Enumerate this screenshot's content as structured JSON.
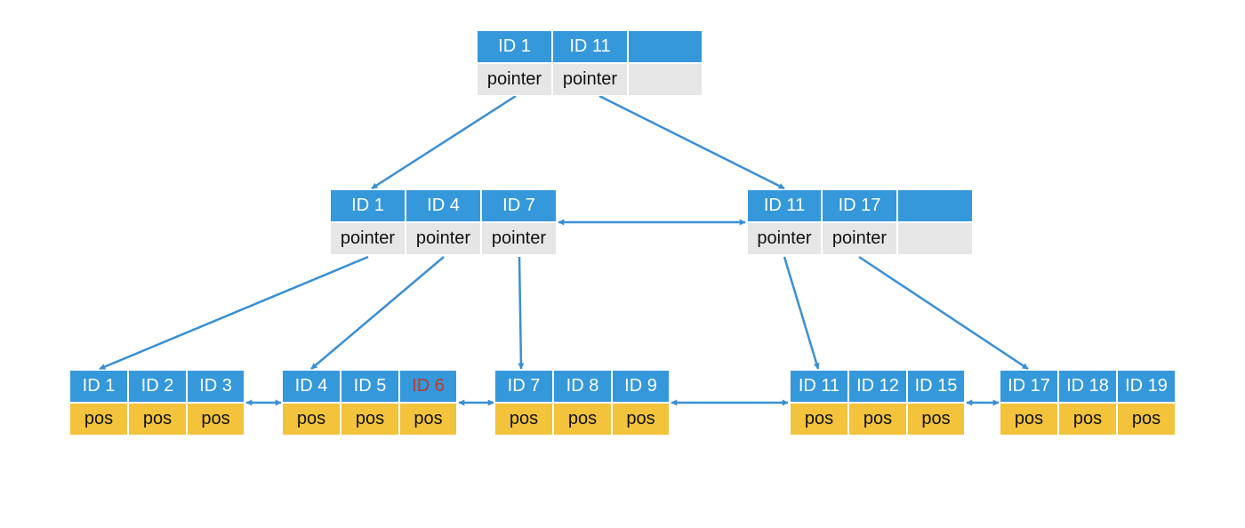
{
  "colors": {
    "key_fill": "#3498db",
    "pointer_fill": "#e6e6e6",
    "pos_fill": "#f2c33b",
    "link_stroke": "#3a8fd4",
    "highlight_text": "#c0392b"
  },
  "nodes": {
    "root": {
      "keys": [
        "ID 1",
        "ID 11",
        ""
      ],
      "values": [
        "pointer",
        "pointer",
        ""
      ]
    },
    "internal": [
      {
        "keys": [
          "ID 1",
          "ID 4",
          "ID 7"
        ],
        "values": [
          "pointer",
          "pointer",
          "pointer"
        ]
      },
      {
        "keys": [
          "ID 11",
          "ID 17",
          ""
        ],
        "values": [
          "pointer",
          "pointer",
          ""
        ]
      }
    ],
    "leaves": [
      {
        "keys": [
          "ID 1",
          "ID 2",
          "ID 3"
        ],
        "values": [
          "pos",
          "pos",
          "pos"
        ]
      },
      {
        "keys": [
          "ID 4",
          "ID 5",
          "ID 6"
        ],
        "values": [
          "pos",
          "pos",
          "pos"
        ],
        "highlight_key": "ID 6"
      },
      {
        "keys": [
          "ID 7",
          "ID 8",
          "ID 9"
        ],
        "values": [
          "pos",
          "pos",
          "pos"
        ]
      },
      {
        "keys": [
          "ID 11",
          "ID 12",
          "ID 15"
        ],
        "values": [
          "pos",
          "pos",
          "pos"
        ]
      },
      {
        "keys": [
          "ID 17",
          "ID 18",
          "ID 19"
        ],
        "values": [
          "pos",
          "pos",
          "pos"
        ]
      }
    ]
  }
}
